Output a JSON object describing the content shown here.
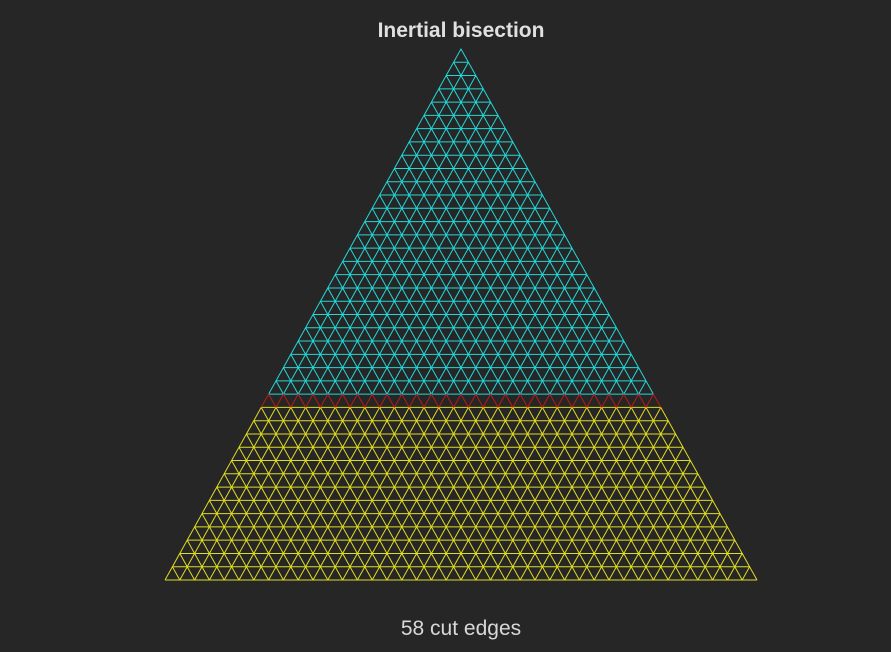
{
  "title": "Inertial bisection",
  "caption": "58 cut edges",
  "mesh": {
    "subdivisions": 40,
    "split_row": 27,
    "cut_edge_count": 58
  },
  "colors": {
    "background": "#262626",
    "part_a": "#22d8d8",
    "part_b": "#e0dc20",
    "cut_edges": "#c01818",
    "title_text": "#e0e0e0",
    "caption_text": "#d8d8d8"
  }
}
